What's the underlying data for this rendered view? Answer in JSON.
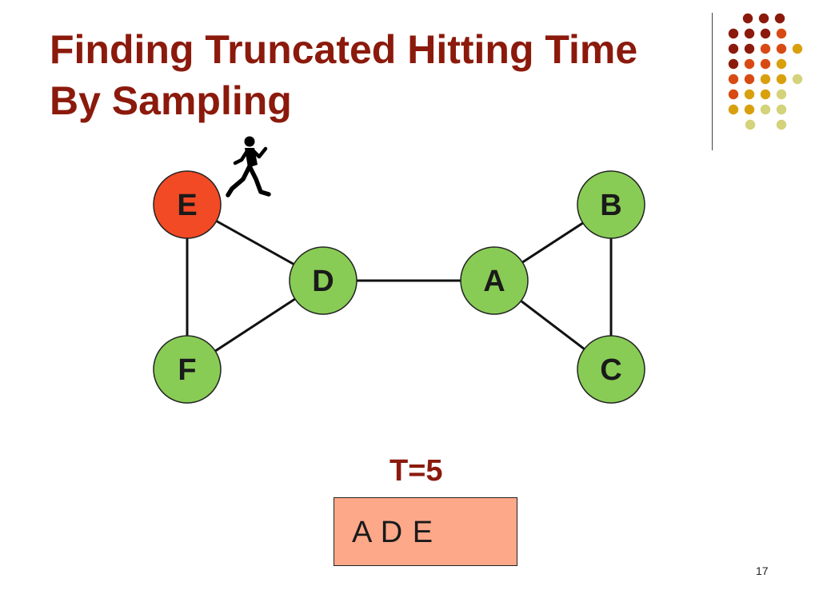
{
  "slide": {
    "title_line1": "Finding Truncated Hitting Time",
    "title_line2": "By Sampling",
    "time_label": "T=5",
    "walk_path": "A D E",
    "page_number": "17"
  },
  "colors": {
    "title": "#8b1a0c",
    "node_default": "#88cc55",
    "node_active": "#f24a25",
    "path_box": "#fea88a"
  },
  "graph": {
    "nodes": [
      {
        "id": "E",
        "label": "E",
        "active": true
      },
      {
        "id": "D",
        "label": "D",
        "active": false
      },
      {
        "id": "F",
        "label": "F",
        "active": false
      },
      {
        "id": "A",
        "label": "A",
        "active": false
      },
      {
        "id": "B",
        "label": "B",
        "active": false
      },
      {
        "id": "C",
        "label": "C",
        "active": false
      }
    ],
    "edges": [
      [
        "E",
        "D"
      ],
      [
        "E",
        "F"
      ],
      [
        "F",
        "D"
      ],
      [
        "D",
        "A"
      ],
      [
        "A",
        "B"
      ],
      [
        "A",
        "C"
      ],
      [
        "B",
        "C"
      ]
    ]
  },
  "icons": {
    "walker": "walking-person-icon",
    "decoration": "dot-grid-decoration"
  }
}
